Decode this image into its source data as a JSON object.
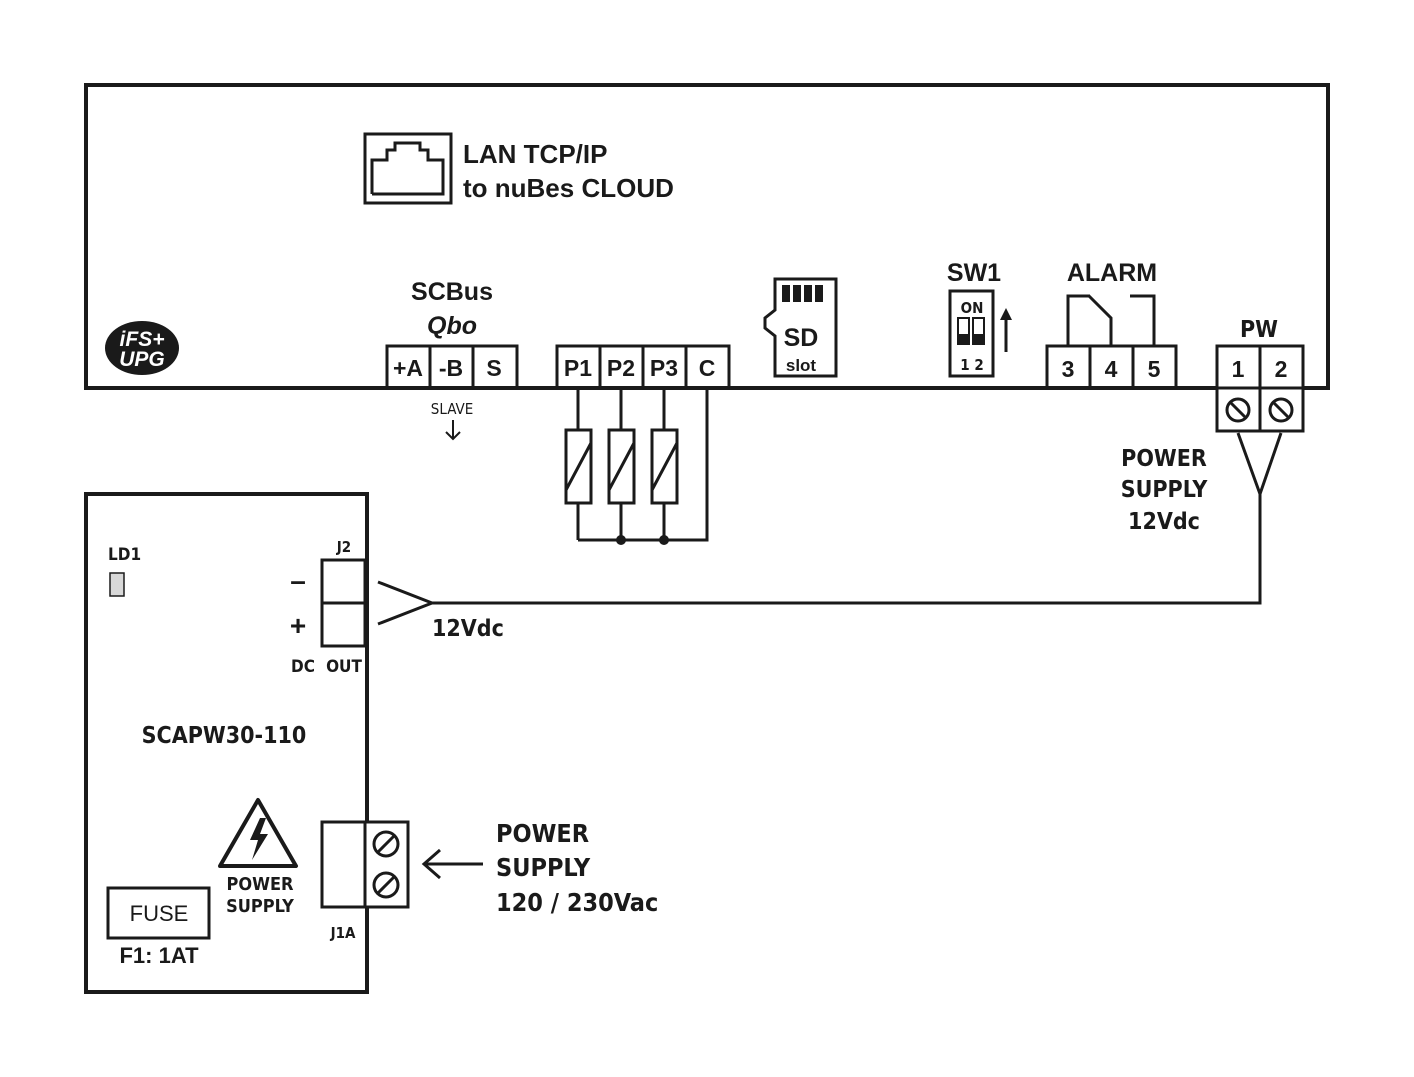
{
  "controller": {
    "logo": {
      "line1": "iFS+",
      "line2": "UPG"
    },
    "lan": {
      "line1": "LAN TCP/IP",
      "line2": "to nuBes CLOUD"
    },
    "scbus": {
      "title": "SCBus",
      "subtitle": "Qbo",
      "terminals": [
        "+A",
        "-B",
        "S"
      ],
      "slave_label": "SLAVE"
    },
    "probes": {
      "terminals": [
        "P1",
        "P2",
        "P3",
        "C"
      ]
    },
    "sd": {
      "label": "SD",
      "sublabel": "slot"
    },
    "sw1": {
      "title": "SW1",
      "on_label": "ON",
      "numbers": "1 2"
    },
    "alarm": {
      "title": "ALARM",
      "terminals": [
        "3",
        "4",
        "5"
      ]
    },
    "pw": {
      "title": "PW",
      "terminals": [
        "1",
        "2"
      ]
    },
    "power_supply_note": {
      "line1": "POWER",
      "line2": "SUPPLY",
      "line3": "12Vdc"
    }
  },
  "power_module": {
    "led_label": "LD1",
    "j2_label": "J2",
    "minus": "–",
    "plus": "+",
    "dc_out": {
      "dc": "DC",
      "out": "OUT"
    },
    "model": "SCAPW30-110",
    "warning": {
      "line1": "POWER",
      "line2": "SUPPLY"
    },
    "fuse": {
      "label": "FUSE",
      "rating": "F1: 1AT"
    },
    "j1a_label": "J1A"
  },
  "wire_label": "12Vdc",
  "mains": {
    "line1": "POWER",
    "line2": "SUPPLY",
    "line3": "120 / 230Vac"
  }
}
